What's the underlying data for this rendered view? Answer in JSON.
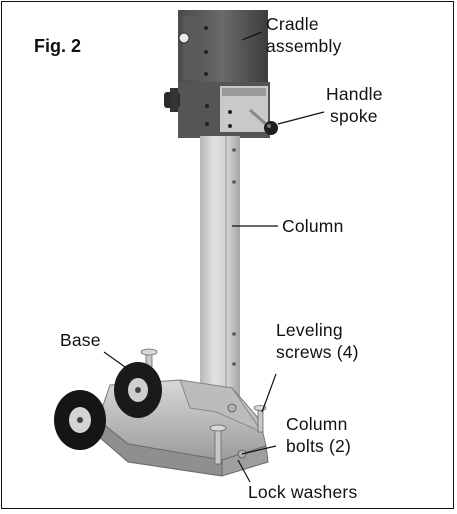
{
  "figure_label": "Fig. 2",
  "callouts": {
    "cradle": [
      "Cradle",
      "assembly"
    ],
    "handle": [
      "Handle",
      "spoke"
    ],
    "column": "Column",
    "leveling": [
      "Leveling",
      "screws (4)"
    ],
    "base": "Base",
    "column_bolts": [
      "Column",
      "bolts (2)"
    ],
    "lock_washers": "Lock washers"
  }
}
